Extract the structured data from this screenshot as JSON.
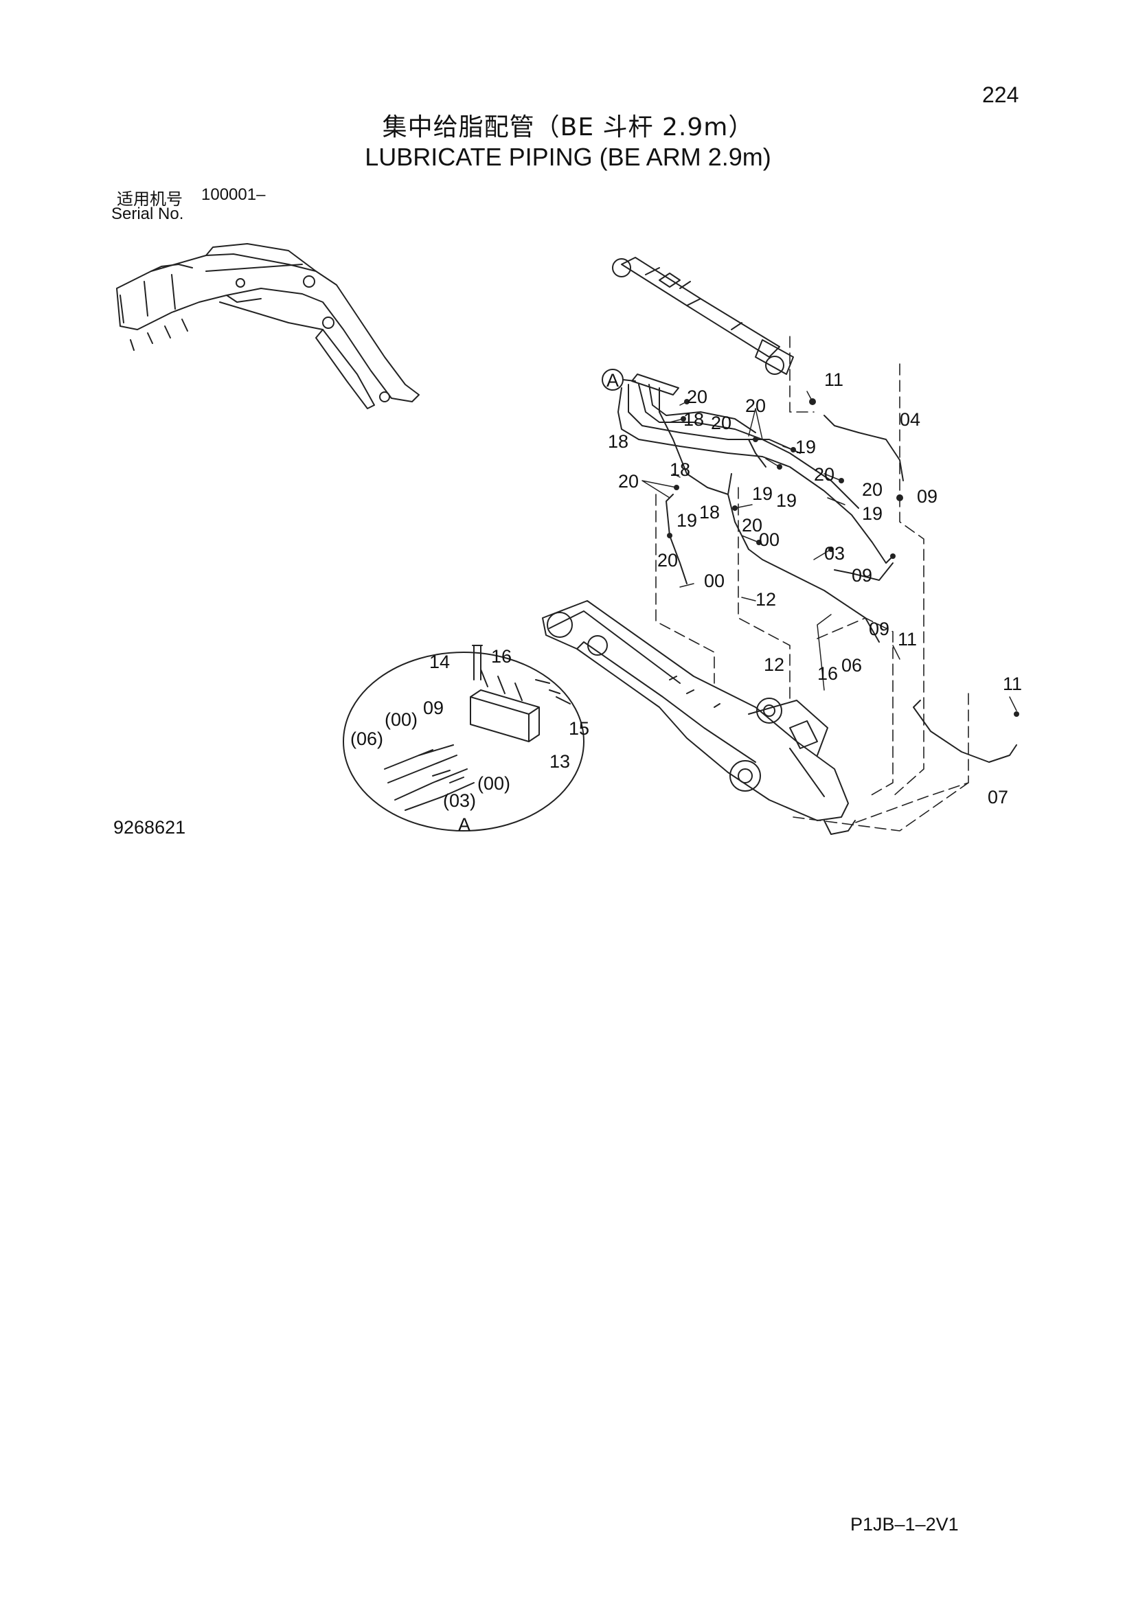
{
  "header": {
    "page_number": "224",
    "title_cn": "集中给脂配管（BE 斗杆 2.9m）",
    "title_en": "LUBRICATE PIPING (BE ARM 2.9m)",
    "serial_label_cn": "适用机号",
    "serial_value": "100001–",
    "serial_label_en": "Serial No."
  },
  "footer": {
    "drawing_number": "9268621",
    "page_code": "P1JB–1–2V1"
  },
  "diagram": {
    "detail_marker": "A",
    "detail_caption": "A",
    "callouts": {
      "c11a": "11",
      "c04": "04",
      "c20a": "20",
      "c18a": "18",
      "c20b": "20",
      "c20c": "20",
      "c18b": "18",
      "c19a": "19",
      "c20d": "20",
      "c20e": "20",
      "c18c": "18",
      "c19b": "19",
      "c19c": "19",
      "c20f": "20",
      "c09a": "09",
      "c18d": "18",
      "c19d": "19",
      "c19e": "19",
      "c20g": "20",
      "c00a": "00",
      "c03": "03",
      "c09b": "09",
      "c20h": "20",
      "c00b": "00",
      "c12a": "12",
      "c09c": "09",
      "c11b": "11",
      "c12b": "12",
      "c16a": "16",
      "c06": "06",
      "c11c": "11",
      "c07": "07"
    },
    "detail_callouts": {
      "d14": "14",
      "d16": "16",
      "d09": "09",
      "d00a": "(00)",
      "d06": "(06)",
      "d15": "15",
      "d13": "13",
      "d00b": "(00)",
      "d03": "(03)"
    }
  }
}
